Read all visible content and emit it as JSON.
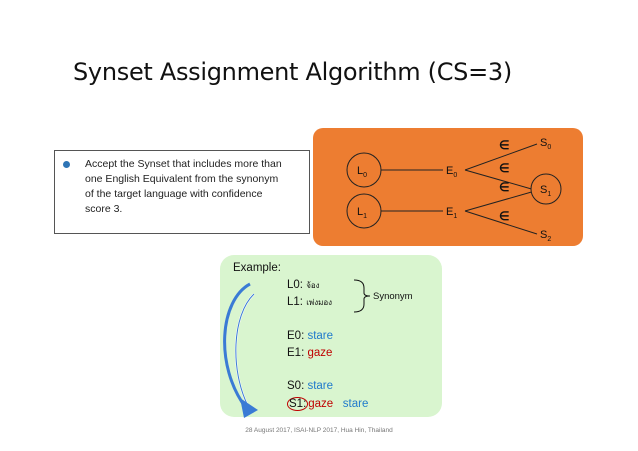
{
  "title": "Synset Assignment Algorithm (CS=3)",
  "bullet": {
    "lines": [
      "Accept the Synset that includes more than",
      "one English Equivalent from the synonym",
      "of the target language with confidence",
      "score 3."
    ]
  },
  "diagram": {
    "nodes": {
      "L0": {
        "base": "L",
        "sub": "0"
      },
      "L1": {
        "base": "L",
        "sub": "1"
      },
      "E0": {
        "base": "E",
        "sub": "0"
      },
      "E1": {
        "base": "E",
        "sub": "1"
      },
      "S0": {
        "base": "S",
        "sub": "0"
      },
      "S1": {
        "base": "S",
        "sub": "1"
      },
      "S2": {
        "base": "S",
        "sub": "2"
      }
    },
    "member_symbol": "∈"
  },
  "example": {
    "heading": "Example:",
    "L0": {
      "label": "L0: ",
      "thai": "จ้อง"
    },
    "L1": {
      "label": "L1: ",
      "thai": "เพ่งมอง"
    },
    "synonym_label": "Synonym",
    "E0": {
      "label": "E0: ",
      "value": "stare"
    },
    "E1": {
      "label": "E1: ",
      "value": "gaze"
    },
    "S0": {
      "label": "S0: ",
      "value": "stare"
    },
    "S1": {
      "label": "S1:",
      "value1": "gaze",
      "value2": "stare"
    }
  },
  "footer": "28 August 2017, ISAI-NLP 2017, Hua Hin, Thailand",
  "colors": {
    "orange": "#ED7D31",
    "green": "#D9F5CF",
    "blue": "#1F7ACC",
    "red": "#C00000",
    "bullet_blue": "#2E75B6",
    "arrow_blue": "#3A7BD5"
  }
}
